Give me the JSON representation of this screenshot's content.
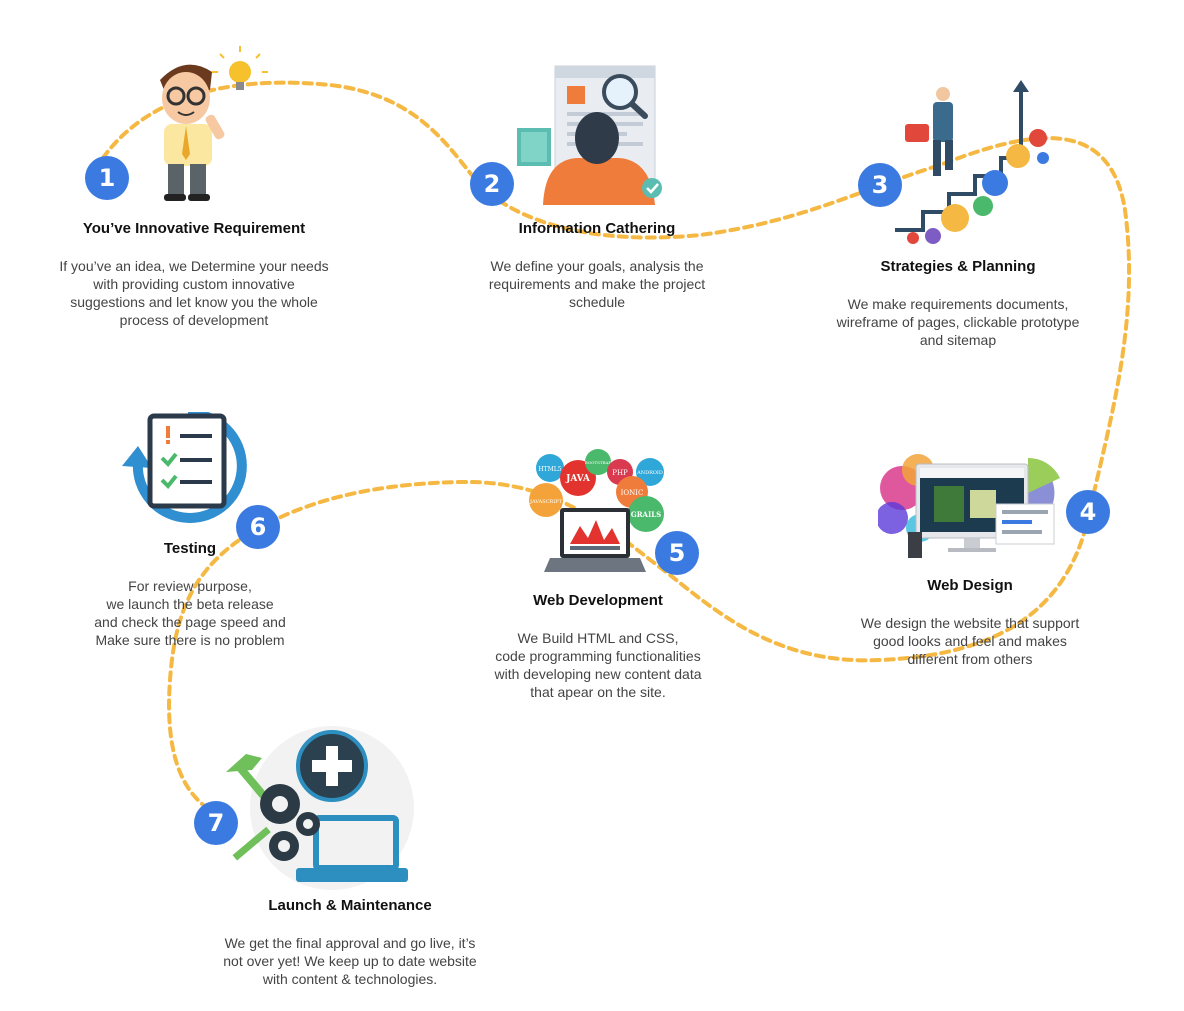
{
  "colors": {
    "path": "#f4b843",
    "badge": "#3b7ae0",
    "title": "#111111",
    "text": "#444444"
  },
  "steps": [
    {
      "number": "1",
      "title": "You’ve Innovative Requirement",
      "lines": [
        "If you’ve an idea, we Determine your needs",
        "with providing custom innovative",
        "suggestions and let know you the whole",
        "process of development"
      ],
      "icon": "idea-person-icon"
    },
    {
      "number": "2",
      "title": "Information Cathering",
      "lines": [
        "We define your goals, analysis the",
        "requirements and make the project",
        "schedule"
      ],
      "icon": "research-document-icon"
    },
    {
      "number": "3",
      "title": "Strategies & Planning",
      "lines": [
        "We make requirements documents,",
        "wireframe of pages, clickable prototype",
        "and sitemap"
      ],
      "icon": "growth-stairs-icon"
    },
    {
      "number": "4",
      "title": "Web Design",
      "lines": [
        "We design the website that support",
        "good looks and feel and makes",
        "different from others"
      ],
      "icon": "design-screen-icon"
    },
    {
      "number": "5",
      "title": "Web Development",
      "lines": [
        "We Build HTML and CSS,",
        "code programming functionalities",
        "with developing new content data",
        "that apear on the site."
      ],
      "icon": "laptop-tech-icon",
      "tech_labels": [
        "HTML5",
        "JAVA",
        "BOOTSTRAP",
        "PHP",
        "ANDROID",
        "IONIC",
        "JAVASCRIPT",
        "GRAILS"
      ]
    },
    {
      "number": "6",
      "title": "Testing",
      "lines": [
        "For review purpose,",
        "we launch the beta release",
        "and check the page speed and",
        "Make sure there is no problem"
      ],
      "icon": "checklist-icon"
    },
    {
      "number": "7",
      "title": "Launch & Maintenance",
      "lines": [
        "We get the final approval and go live, it’s",
        "not over yet! We keep up to date website",
        "with content & technologies."
      ],
      "icon": "maintenance-tools-icon"
    }
  ]
}
